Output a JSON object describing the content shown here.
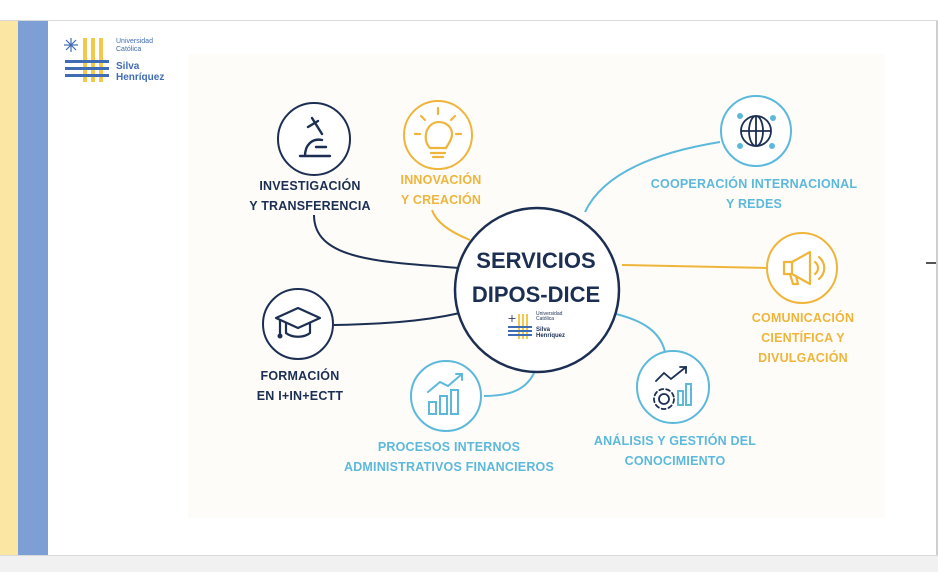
{
  "logo": {
    "small_line1": "Universidad",
    "small_line2": "Católica",
    "big_line1": "Silva",
    "big_line2": "Henríquez"
  },
  "center": {
    "title": "SERVICIOS\nDIPOS-DICE",
    "logo_small": "Universidad\nCatólica",
    "logo_big": "Silva\nHenríquez"
  },
  "nodes": {
    "investigacion": {
      "label": "INVESTIGACIÓN\nY TRANSFERENCIA",
      "icon": "microscope-icon",
      "color": "#1c2f53"
    },
    "innovacion": {
      "label": "INNOVACIÓN\nY CREACIÓN",
      "icon": "lightbulb-icon",
      "color": "#efb53b"
    },
    "cooperacion": {
      "label": "COOPERACIÓN INTERNACIONAL\nY REDES",
      "icon": "globe-network-icon",
      "color": "#5cb9dc"
    },
    "comunicacion": {
      "label": "COMUNICACIÓN\nCIENTÍFICA Y\nDIVULGACIÓN",
      "icon": "megaphone-icon",
      "color": "#efb53b"
    },
    "analisis": {
      "label": "ANÁLISIS Y GESTIÓN DEL\nCONOCIMIENTO",
      "icon": "gear-chart-icon",
      "color": "#5cb9dc"
    },
    "procesos": {
      "label": "PROCESOS INTERNOS\nADMINISTRATIVOS FINANCIEROS",
      "icon": "bar-chart-icon",
      "color": "#5cb9dc"
    },
    "formacion": {
      "label": "FORMACIÓN\nEN I+IN+ECTT",
      "icon": "graduation-cap-icon",
      "color": "#1c2f53"
    }
  }
}
